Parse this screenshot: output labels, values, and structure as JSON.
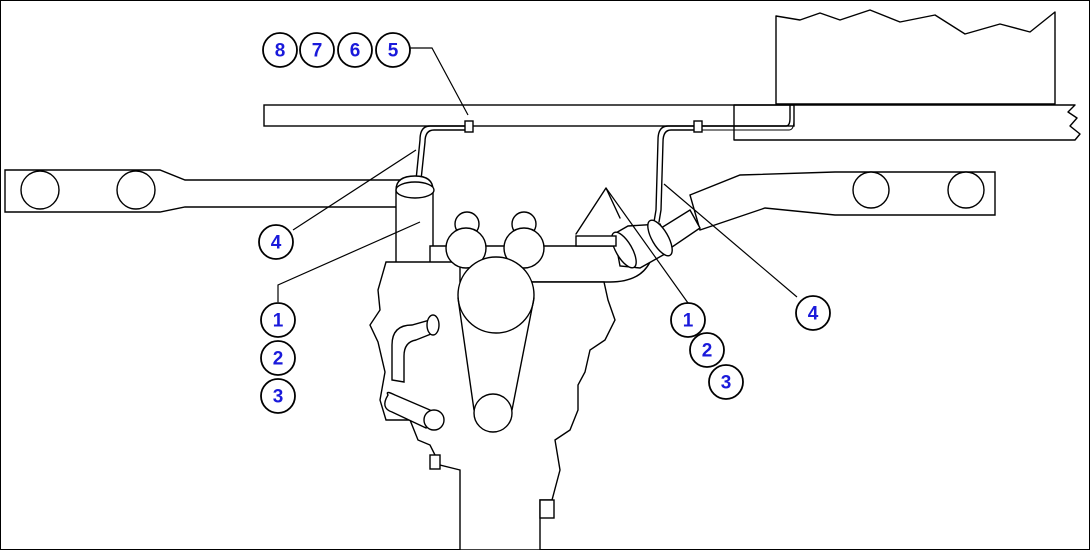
{
  "diagram": {
    "accent_color": "#1a1adb",
    "callouts": {
      "c8_top": "8",
      "c7_top": "7",
      "c6_top": "6",
      "c5_top": "5",
      "c4_left": "4",
      "c1_left": "1",
      "c2_left": "2",
      "c3_left": "3",
      "c1_right": "1",
      "c2_right": "2",
      "c3_right": "3",
      "c4_right": "4"
    }
  }
}
